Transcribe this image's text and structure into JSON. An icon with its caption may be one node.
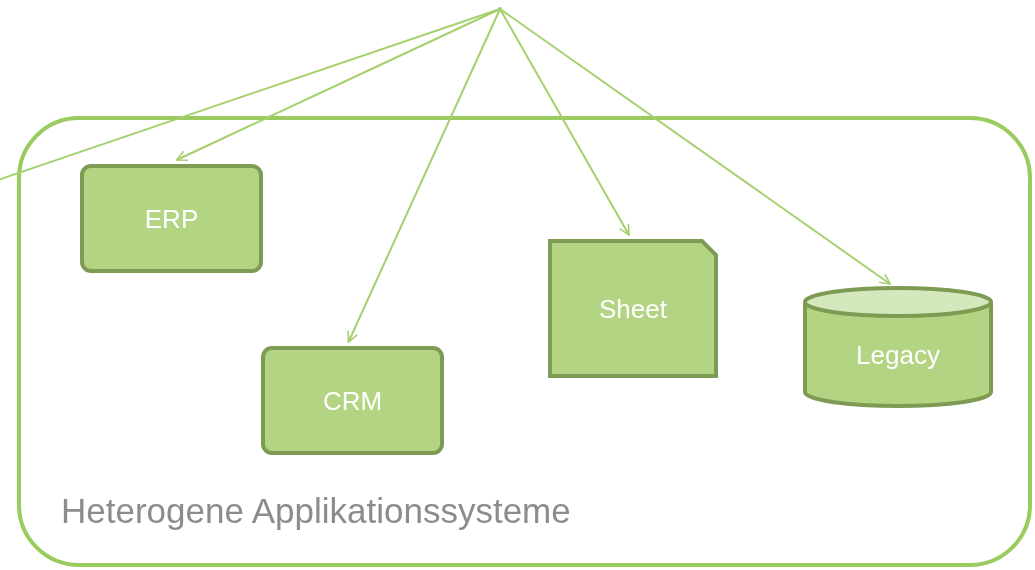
{
  "diagram": {
    "nodes": [
      {
        "text": [],
        "shape": "point"
      },
      {
        "text": [
          "Heterogene Applikationssysteme"
        ]
      },
      {
        "text": [
          "ERP"
        ],
        "in": 1
      },
      {
        "text": [
          "CRM"
        ],
        "in": 1
      },
      {
        "text": [
          "Sheet"
        ],
        "in": 1
      },
      {
        "text": [
          "Legacy"
        ],
        "in": 1
      }
    ],
    "edges": [
      {
        "from": 0,
        "to": null,
        "arrow": "none"
      },
      {
        "from": 0,
        "to": 2,
        "arrow": "to"
      },
      {
        "from": 0,
        "to": 3,
        "arrow": "to"
      },
      {
        "from": 0,
        "to": 4,
        "arrow": "to"
      },
      {
        "from": 0,
        "to": 5,
        "arrow": "to"
      }
    ]
  }
}
